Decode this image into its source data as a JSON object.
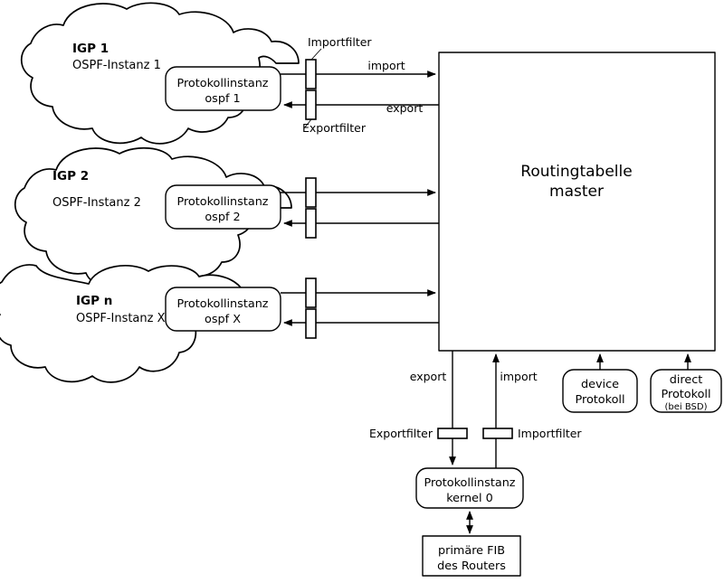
{
  "diagram": {
    "title_text": "Routingtabelle master",
    "clouds": [
      {
        "name": "cloud-igp-1",
        "title": "IGP 1",
        "subtitle": "OSPF-Instanz 1"
      },
      {
        "name": "cloud-igp-2",
        "title": "IGP 2",
        "subtitle": "OSPF-Instanz 2"
      },
      {
        "name": "cloud-igp-n",
        "title": "IGP n",
        "subtitle": "OSPF-Instanz X"
      }
    ],
    "protocol_instances": [
      {
        "line1": "Protokollinstanz",
        "line2": "ospf 1"
      },
      {
        "line1": "Protokollinstanz",
        "line2": "ospf 2"
      },
      {
        "line1": "Protokollinstanz",
        "line2": "ospf X"
      }
    ],
    "routing_table": {
      "line1": "Routingtabelle",
      "line2": "master"
    },
    "filter_labels": {
      "import": "Importfilter",
      "export": "Exportfilter"
    },
    "flow_labels": {
      "import": "import",
      "export": "export"
    },
    "bottom_flow_labels": {
      "export": "export",
      "import": "import"
    },
    "bottom_filter_labels": {
      "export": "Exportfilter",
      "import": "Importfilter"
    },
    "kernel_instance": {
      "line1": "Protokollinstanz",
      "line2": "kernel 0"
    },
    "fib": {
      "line1": "primäre FIB",
      "line2": "des Routers"
    },
    "device_protocol": {
      "line1": "device",
      "line2": "Protokoll"
    },
    "direct_protocol": {
      "line1": "direct",
      "line2": "Protokoll",
      "line3": "(bei BSD)"
    },
    "colors": {
      "stroke": "#000000",
      "fill": "#ffffff",
      "text": "#000000"
    }
  }
}
